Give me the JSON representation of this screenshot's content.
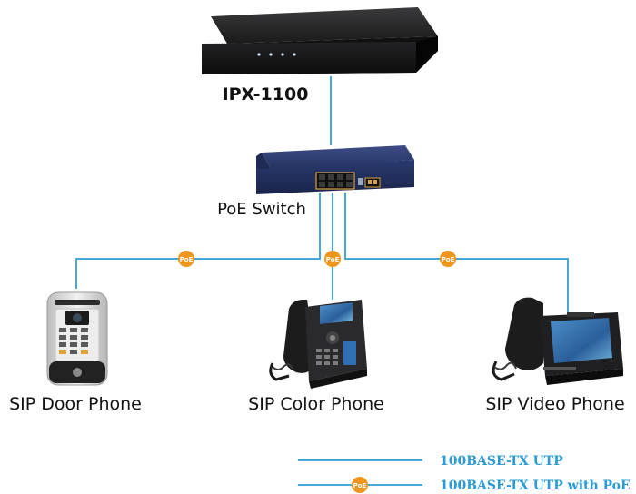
{
  "devices": {
    "pbx": {
      "label": "IPX-1100"
    },
    "switch": {
      "label": "PoE Switch"
    },
    "door_phone": {
      "label": "SIP Door Phone"
    },
    "color_phone": {
      "label": "SIP Color Phone"
    },
    "video_phone": {
      "label": "SIP Video Phone"
    }
  },
  "poe_badge": {
    "label": "PoE"
  },
  "legend": {
    "utp": {
      "label": "100BASE-TX UTP"
    },
    "utp_poe": {
      "label": "100BASE-TX UTP with PoE"
    }
  },
  "colors": {
    "link": "#49a8d9",
    "poe_badge": "#f0961c",
    "legend_text": "#2a9bd4",
    "switch_blue": "#26356b",
    "device_dark": "#1d1d1f"
  }
}
